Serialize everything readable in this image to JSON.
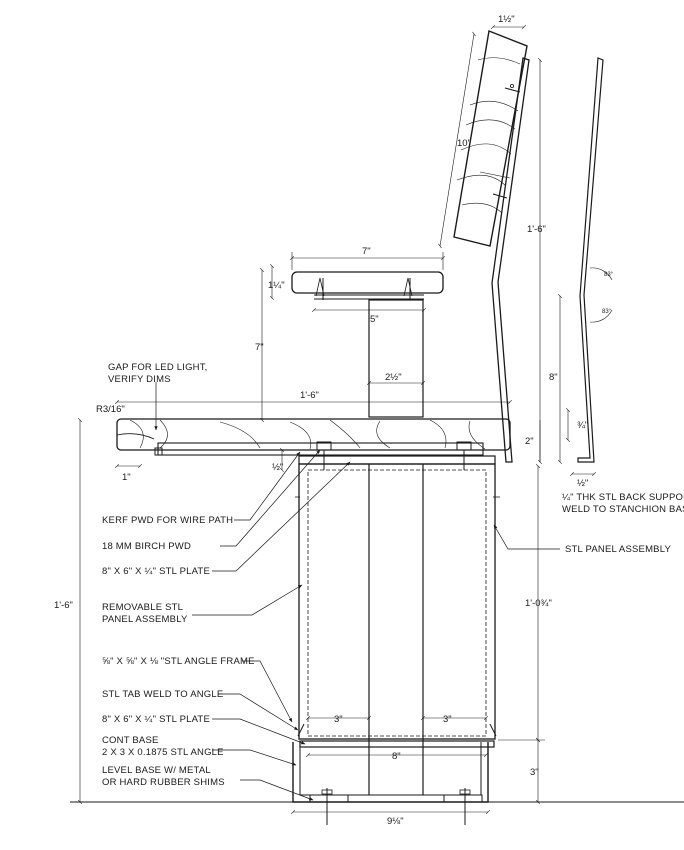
{
  "dimensions": {
    "back_thickness": "1½\"",
    "back_height": "10\"",
    "seat_block_width": "7\"",
    "seat_block_thickness": "1¼\"",
    "post_plate_width": "5\"",
    "seat_to_top_height": "7\"",
    "post_width": "2½\"",
    "top_length": "1'-6\"",
    "gap_radius": "R3/16\"",
    "edge_dim": "1\"",
    "plate_offset": "½\"",
    "back_overall_height": "1'-6\"",
    "support_height": "8\"",
    "support_bend": "¾\"",
    "top_thickness": "2\"",
    "support_thickness": "½\"",
    "support_angle_top": "83°",
    "support_angle_bottom": "83°",
    "overall_height": "1'-6\"",
    "panel_height": "1'-0¾\"",
    "base_height": "3\"",
    "inner_left": "3\"",
    "inner_right": "3\"",
    "inner_width": "8\"",
    "base_width": "9⅛\""
  },
  "notes": {
    "gap_led_1": "GAP FOR LED LIGHT,",
    "gap_led_2": "VERIFY DIMS",
    "kerf": "KERF PWD FOR WIRE PATH",
    "birch": "18 MM BIRCH PWD",
    "plate_top": "8\" X 6\" X ¼\" STL PLATE",
    "removable_1": "REMOVABLE STL",
    "removable_2": "PANEL ASSEMBLY",
    "angle_frame": "⅝\" X ⅝\" X ⅛ \"STL ANGLE FRAME",
    "tab_weld": "STL TAB WELD TO ANGLE",
    "plate_bottom": "8\" X 6\" X ¼\" STL PLATE",
    "cont_base_1": "CONT BASE",
    "cont_base_2": "2 X 3 X 0.1875 STL ANGLE",
    "level_base_1": "LEVEL BASE W/ METAL",
    "level_base_2": "OR HARD RUBBER SHIMS",
    "back_support_1": "¼\" THK STL BACK SUPPORT",
    "back_support_2": "WELD TO STANCHION BASE",
    "panel_assembly": "STL PANEL ASSEMBLY"
  }
}
